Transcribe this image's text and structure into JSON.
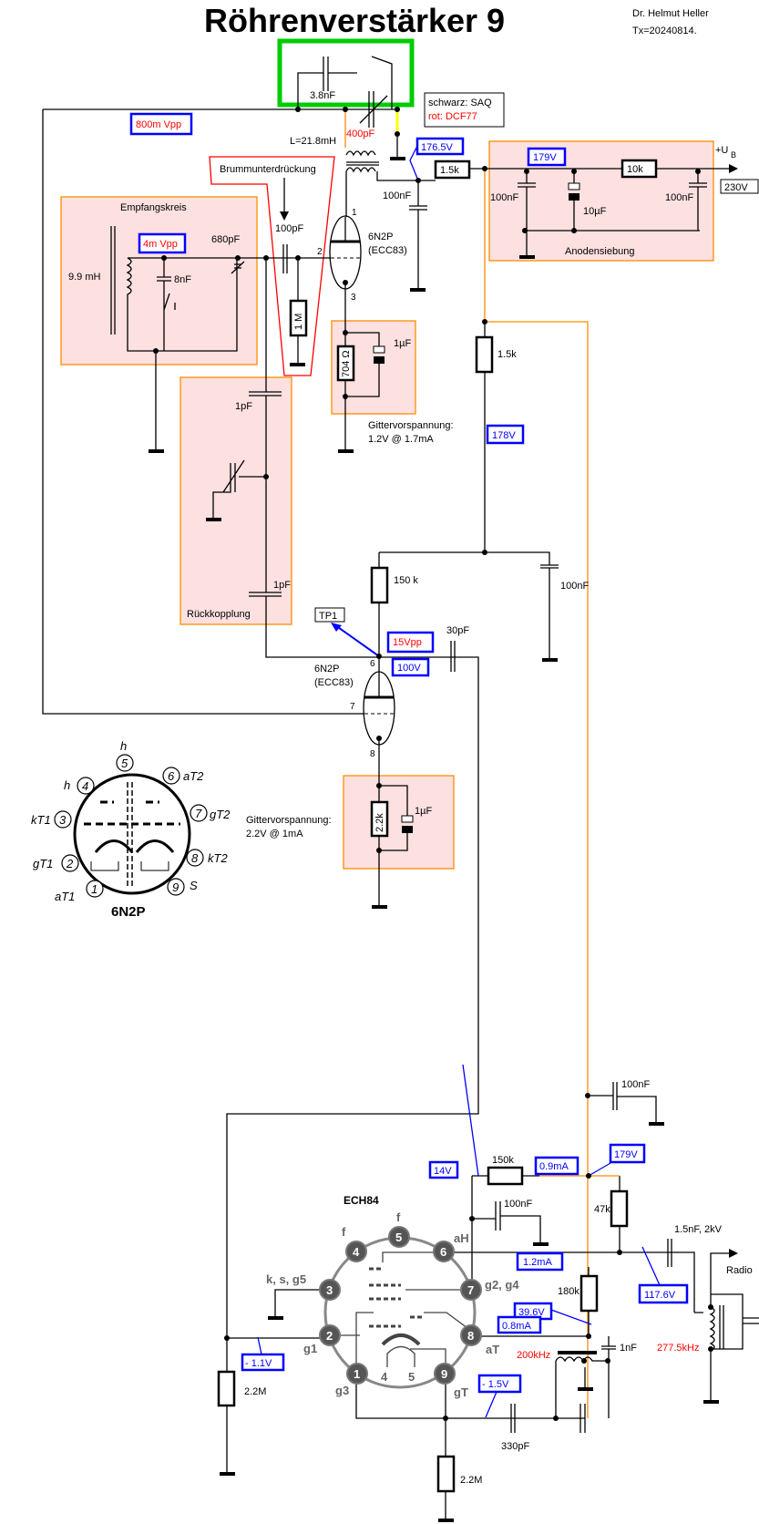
{
  "header": {
    "title": "Röhrenverstärker 9",
    "author": "Dr. Helmut Heller",
    "version": "Tx=20240814."
  },
  "legend": {
    "black": "schwarz: SAQ",
    "red": "rot: DCF77"
  },
  "blocks": {
    "brumm": "Brummunterdrückung",
    "empfang": "Empfangskreis",
    "anoden": "Anodensiebung",
    "rueck": "Rückkopplung",
    "gitter1": {
      "title": "Gittervorspannung:",
      "value": "1.2V @ 1.7mA"
    },
    "gitter2": {
      "title": "Gittervorspannung:",
      "value": "2.2V @ 1mA"
    }
  },
  "components": {
    "c_top": "3.8nF",
    "c_var_top": "400pF",
    "l_main": "L=21.8mH",
    "l_ant": "9.9 mH",
    "c_8n": "8nF",
    "c_680": "680pF",
    "c_100p": "100pF",
    "r_1m": "1 M",
    "r_anode1": "1.5k",
    "c_anode1": "100nF",
    "r_10k": "10k",
    "c_sieb1": "100nF",
    "c_sieb2": "10µF",
    "c_sieb3": "100nF",
    "ub": "+U",
    "ub_sub": "B",
    "mains": "230V",
    "r_cath1": "704 Ω",
    "c_cath1": "1µF",
    "r_drop": "1.5k",
    "c_fb1": "1pF",
    "c_fb2": "1pF",
    "r_150k": "150 k",
    "c_100n_mid": "100nF",
    "c_30p": "30pF",
    "tp1": "TP1",
    "r_cath2": "2.2k",
    "c_cath2": "1µF",
    "c_100n_low": "100nF",
    "r_150k_low": "150k",
    "r_47k": "47k",
    "c_100n_g2": "100nF",
    "c_out": "1.5nF, 2kV",
    "r_180k": "180k",
    "c_1n": "1nF",
    "c_330p": "330pF",
    "r_g1": "2.2M",
    "r_gT": "2.2M",
    "radio": "Radio"
  },
  "measurements": {
    "v_top": "800m Vpp",
    "v_ant": "4m Vpp",
    "v_anode1": "176.5V",
    "v_sieb": "179V",
    "v_178": "178V",
    "v_pp2": "15Vpp",
    "v_anode2": "100V",
    "v_179": "179V",
    "i_09": "0.9mA",
    "v_14": "14V",
    "i_12": "1.2mA",
    "v_1176": "117.6V",
    "v_396": "39.6V",
    "i_08": "0.8mA",
    "v_g1": "- 1.1V",
    "v_gT": "- 1.5V",
    "f_osc": "200kHz",
    "f_if": "277.5kHz"
  },
  "tube1": {
    "name": "6N2P",
    "alt": "(ECC83)",
    "pins": [
      "1",
      "2",
      "3"
    ]
  },
  "tube2": {
    "name": "6N2P",
    "alt": "(ECC83)",
    "pins": [
      "6",
      "7",
      "8"
    ]
  },
  "pinout_6n2p": {
    "name": "6N2P",
    "pins": [
      "1",
      "2",
      "3",
      "4",
      "5",
      "6",
      "7",
      "8",
      "9"
    ],
    "labels": {
      "p1": "aT1",
      "p2": "gT1",
      "p3": "kT1",
      "p4": "h",
      "p5": "h",
      "p6": "aT2",
      "p7": "gT2",
      "p8": "kT2",
      "p9": "S"
    }
  },
  "ech84": {
    "name": "ECH84",
    "pins": [
      "1",
      "2",
      "3",
      "4",
      "5",
      "6",
      "7",
      "8",
      "9"
    ],
    "labels": {
      "f1": "f",
      "f2": "f",
      "aH": "aH",
      "ksg5": "k, s, g5",
      "g2g4": "g2, g4",
      "g1": "g1",
      "aT": "aT",
      "g3": "g3",
      "gT": "gT"
    },
    "heater": [
      "4",
      "5"
    ]
  },
  "colors": {
    "accent_green": "#00cc00",
    "block_fill": "#fde0e0",
    "block_border": "#ff8c00",
    "meas_border": "#0000ff",
    "red": "#ff0000",
    "supply": "#ff8c00",
    "highlight": "#ffff00"
  }
}
